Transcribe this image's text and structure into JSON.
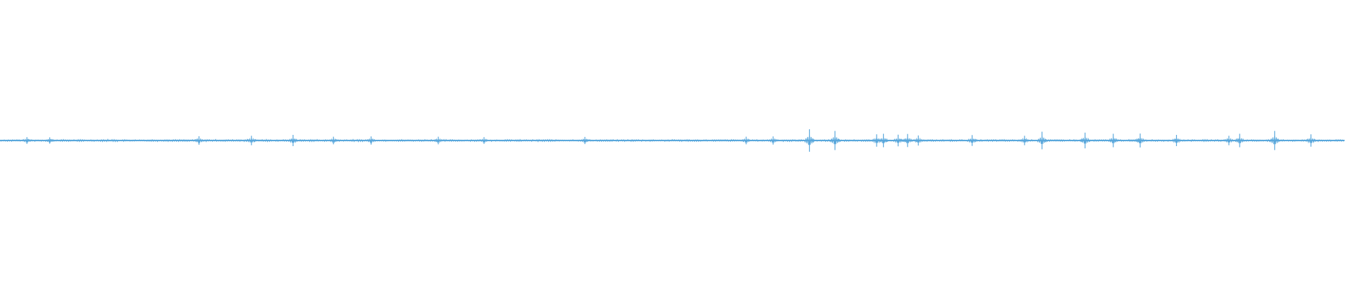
{
  "waveform": {
    "color": "#5ba8dc",
    "amplitude_profile": [
      0.1,
      0.11,
      0.1,
      0.12,
      0.11,
      0.1,
      0.13,
      0.11,
      0.1,
      0.12,
      0.11,
      0.1,
      0.12,
      0.11,
      0.13,
      0.12,
      0.1,
      0.11,
      0.12,
      0.1,
      0.11,
      0.12,
      0.1,
      0.11,
      0.1,
      0.12,
      0.11,
      0.1,
      0.11,
      0.1,
      0.11,
      0.1,
      0.12,
      0.1,
      0.11,
      0.1,
      0.1,
      0.11,
      0.1,
      0.1,
      0.11,
      0.1,
      0.1,
      0.11,
      0.1,
      0.1,
      0.11,
      0.1,
      0.1,
      0.11,
      0.1,
      0.1,
      0.11,
      0.1,
      0.1,
      0.1,
      0.11,
      0.1,
      0.1,
      0.11,
      0.1,
      0.1,
      0.1,
      0.11,
      0.1,
      0.1,
      0.1,
      0.11,
      0.1,
      0.1,
      0.1,
      0.11,
      0.1,
      0.1,
      0.1,
      0.11,
      0.1,
      0.1,
      0.11,
      0.1
    ],
    "spikes": [
      {
        "t": 0.02,
        "a": 0.3
      },
      {
        "t": 0.037,
        "a": 0.28
      },
      {
        "t": 0.148,
        "a": 0.38
      },
      {
        "t": 0.187,
        "a": 0.42
      },
      {
        "t": 0.218,
        "a": 0.5
      },
      {
        "t": 0.248,
        "a": 0.34
      },
      {
        "t": 0.276,
        "a": 0.36
      },
      {
        "t": 0.326,
        "a": 0.34
      },
      {
        "t": 0.36,
        "a": 0.3
      },
      {
        "t": 0.435,
        "a": 0.32
      },
      {
        "t": 0.555,
        "a": 0.34
      },
      {
        "t": 0.575,
        "a": 0.36
      },
      {
        "t": 0.602,
        "a": 1.0
      },
      {
        "t": 0.621,
        "a": 0.85
      },
      {
        "t": 0.652,
        "a": 0.55
      },
      {
        "t": 0.657,
        "a": 0.6
      },
      {
        "t": 0.668,
        "a": 0.52
      },
      {
        "t": 0.675,
        "a": 0.58
      },
      {
        "t": 0.683,
        "a": 0.45
      },
      {
        "t": 0.723,
        "a": 0.48
      },
      {
        "t": 0.762,
        "a": 0.42
      },
      {
        "t": 0.775,
        "a": 0.78
      },
      {
        "t": 0.807,
        "a": 0.7
      },
      {
        "t": 0.828,
        "a": 0.6
      },
      {
        "t": 0.848,
        "a": 0.62
      },
      {
        "t": 0.875,
        "a": 0.5
      },
      {
        "t": 0.914,
        "a": 0.42
      },
      {
        "t": 0.922,
        "a": 0.6
      },
      {
        "t": 0.948,
        "a": 0.85
      },
      {
        "t": 0.975,
        "a": 0.55
      }
    ]
  }
}
